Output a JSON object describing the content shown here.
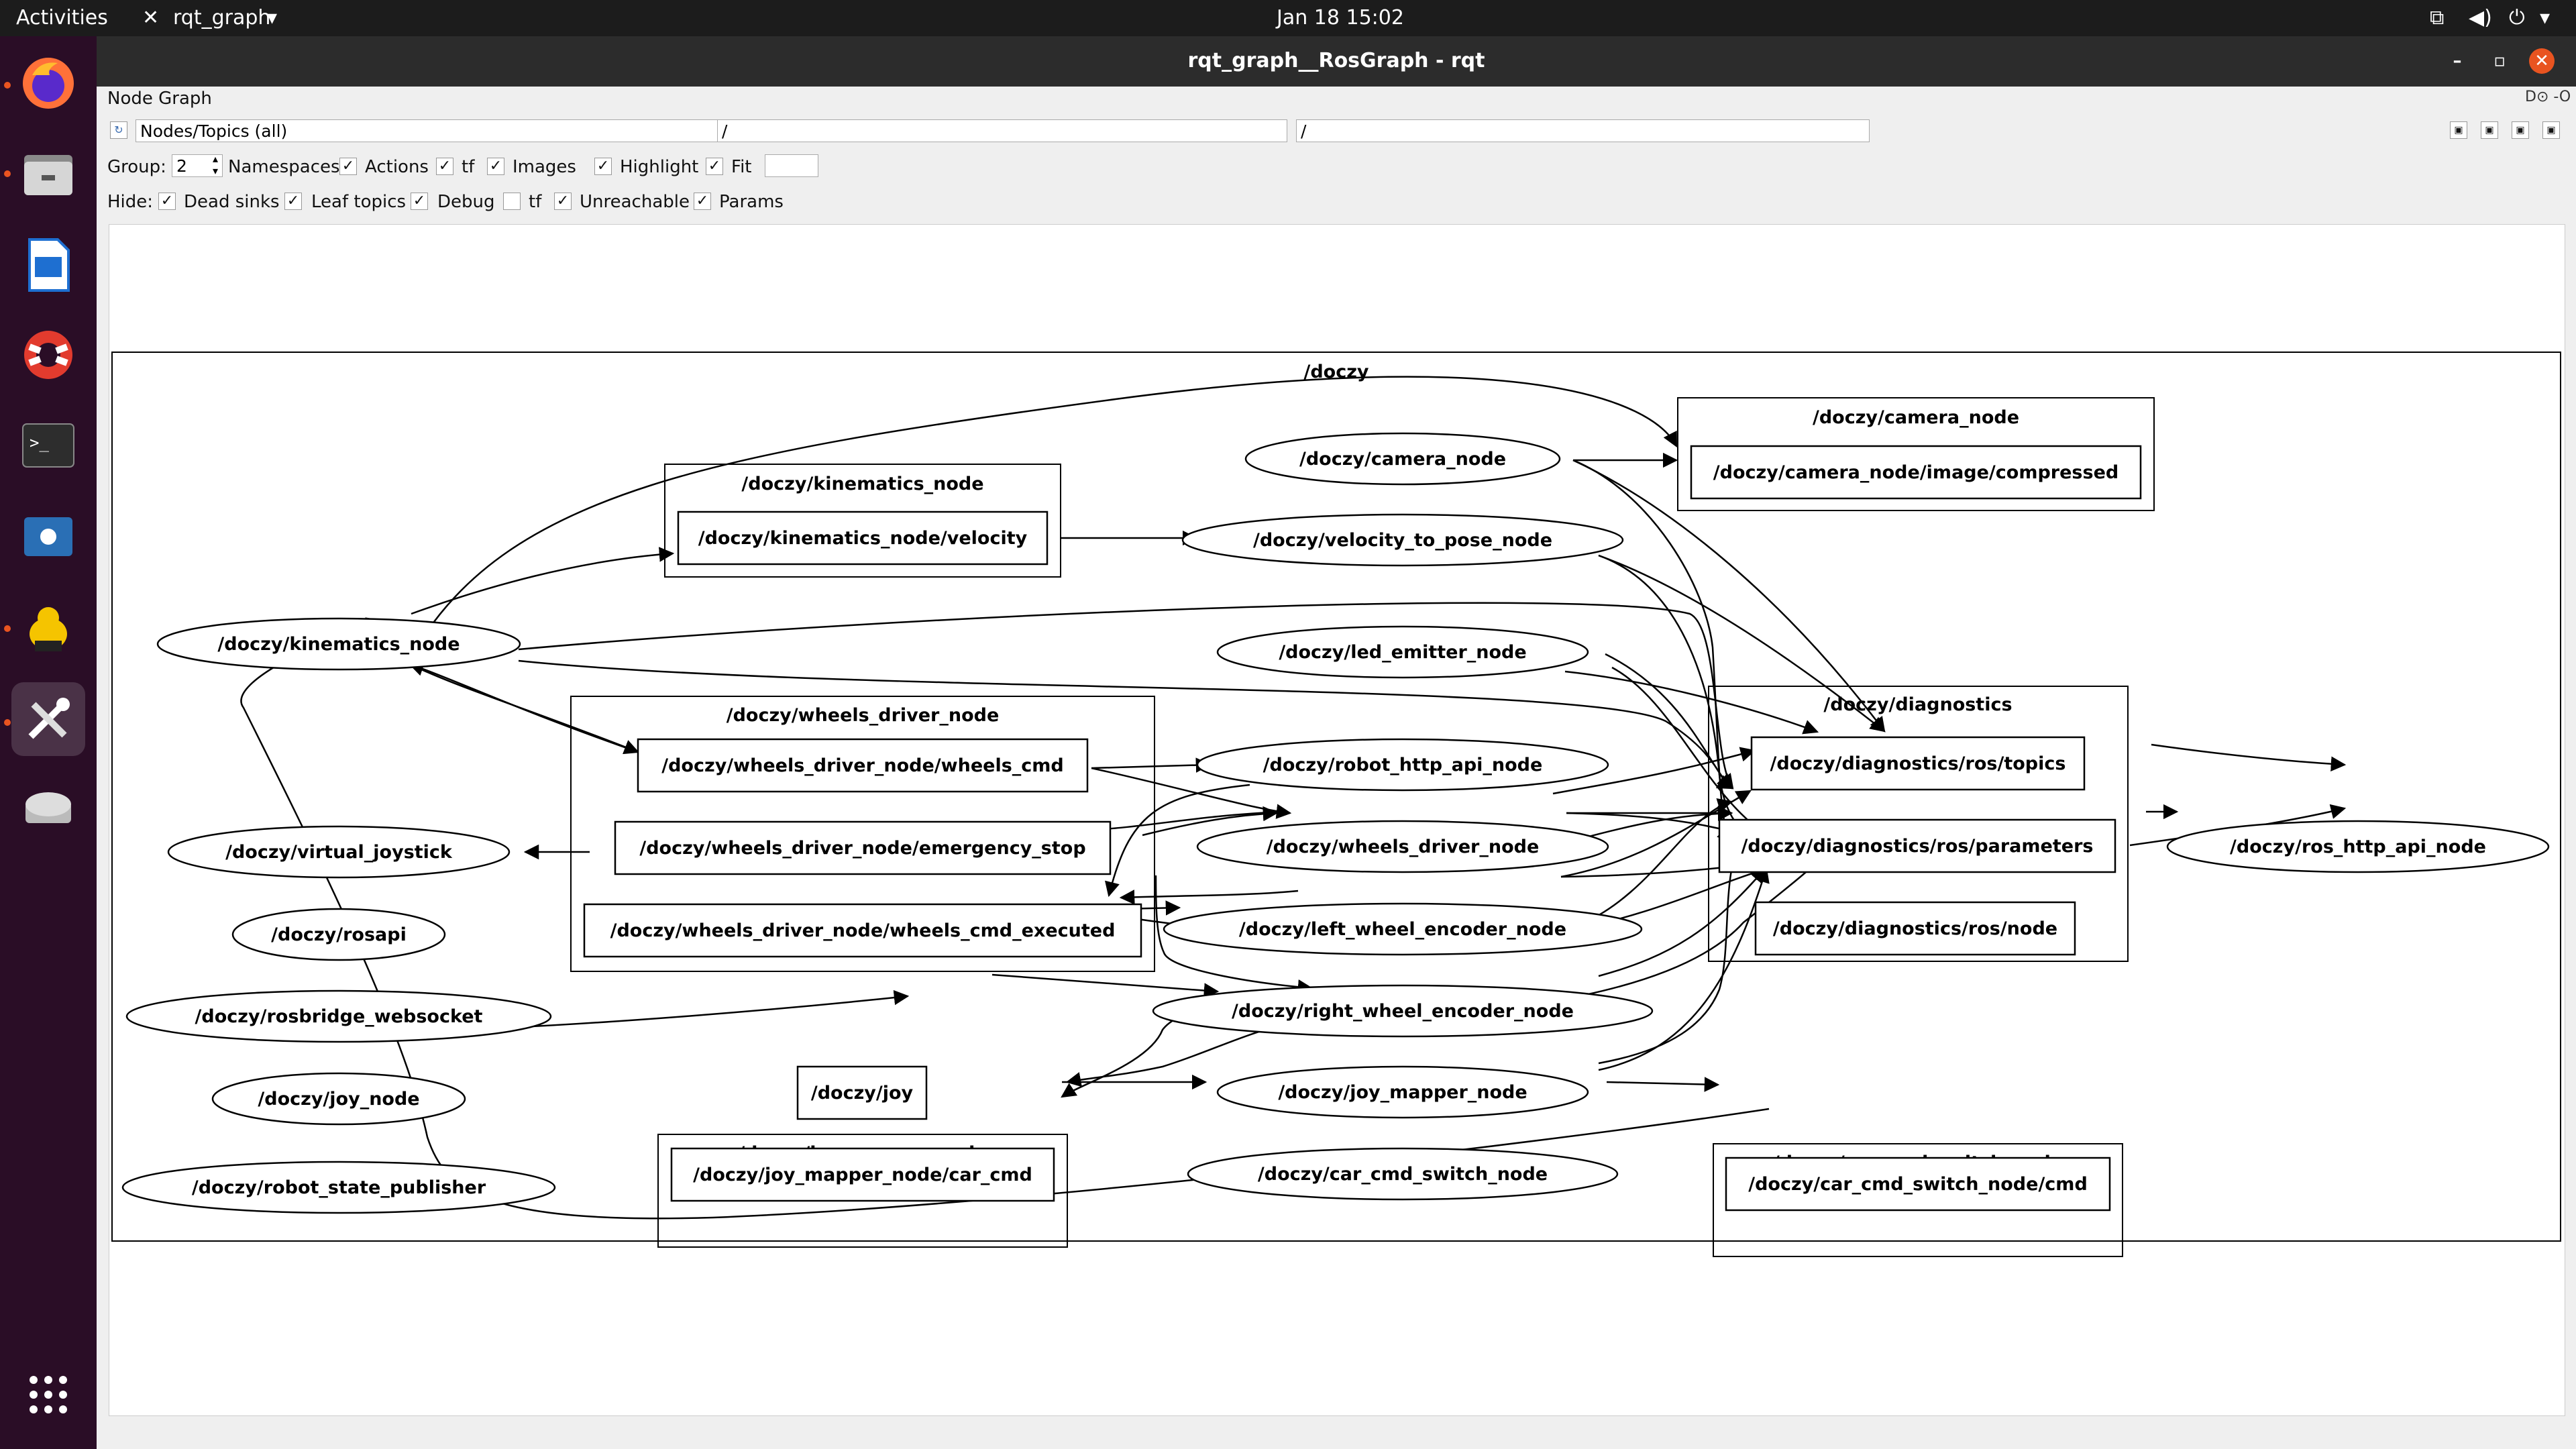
{
  "topbar": {
    "activities": "Activities",
    "app_name": "rqt_graph",
    "datetime": "Jan 18  15:02"
  },
  "window": {
    "title": "rqt_graph__RosGraph - rqt",
    "plugin_title": "Node Graph"
  },
  "toolbar": {
    "filter_option": "Nodes/Topics (all)",
    "ns_filter": "/",
    "topic_filter": "/",
    "group_label": "Group:",
    "group_value": "2",
    "namespaces": "Namespaces",
    "actions": "Actions",
    "tf": "tf",
    "images": "Images",
    "highlight": "Highlight",
    "fit": "Fit",
    "hide_label": "Hide:",
    "dead_sinks": "Dead sinks",
    "leaf_topics": "Leaf topics",
    "debug": "Debug",
    "hide_tf": "tf",
    "unreachable": "Unreachable",
    "params": "Params"
  },
  "graph": {
    "clusters": {
      "doczy": "/doczy",
      "kinematics": "/doczy/kinematics_node",
      "wheels": "/doczy/wheels_driver_node",
      "joy_mapper": "/doczy/joy_mapper_node",
      "camera": "/doczy/camera_node",
      "diagnostics": "/doczy/diagnostics",
      "car_cmd_switch": "/doczy/car_cmd_switch_node"
    },
    "nodes": {
      "kinematics_node": "/doczy/kinematics_node",
      "virtual_joystick": "/doczy/virtual_joystick",
      "rosapi": "/doczy/rosapi",
      "rosbridge_websocket": "/doczy/rosbridge_websocket",
      "joy_node": "/doczy/joy_node",
      "robot_state_publisher": "/doczy/robot_state_publisher",
      "camera_node": "/doczy/camera_node",
      "velocity_to_pose_node": "/doczy/velocity_to_pose_node",
      "led_emitter_node": "/doczy/led_emitter_node",
      "robot_http_api_node": "/doczy/robot_http_api_node",
      "wheels_driver_node": "/doczy/wheels_driver_node",
      "left_wheel_encoder_node": "/doczy/left_wheel_encoder_node",
      "right_wheel_encoder_node": "/doczy/right_wheel_encoder_node",
      "joy_mapper_node": "/doczy/joy_mapper_node",
      "car_cmd_switch_node": "/doczy/car_cmd_switch_node",
      "ros_http_api_node": "/doczy/ros_http_api_node"
    },
    "topics": {
      "kin_velocity": "/doczy/kinematics_node/velocity",
      "wheels_cmd": "/doczy/wheels_driver_node/wheels_cmd",
      "emergency_stop": "/doczy/wheels_driver_node/emergency_stop",
      "wheels_cmd_executed": "/doczy/wheels_driver_node/wheels_cmd_executed",
      "joy": "/doczy/joy",
      "car_cmd": "/doczy/joy_mapper_node/car_cmd",
      "image_compressed": "/doczy/camera_node/image/compressed",
      "diag_topics": "/doczy/diagnostics/ros/topics",
      "diag_parameters": "/doczy/diagnostics/ros/parameters",
      "diag_node": "/doczy/diagnostics/ros/node",
      "car_cmd_switch_cmd": "/doczy/car_cmd_switch_node/cmd"
    }
  }
}
